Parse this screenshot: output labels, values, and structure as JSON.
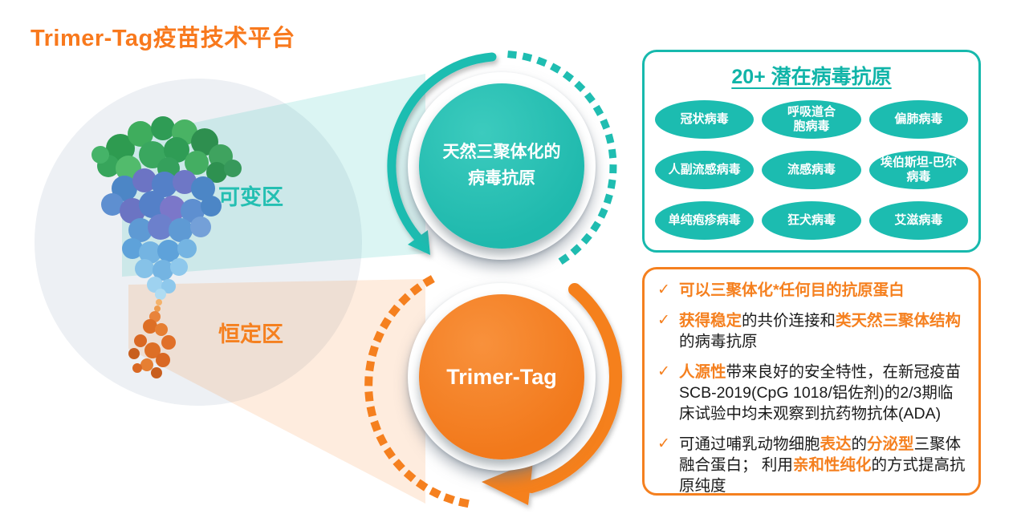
{
  "slide": {
    "title": "Trimer-Tag疫苗技术平台"
  },
  "diagram": {
    "variable_region_label": "可变区",
    "constant_region_label": "恒定区",
    "antigen_circle_label": "天然三聚体化的\n病毒抗原",
    "trimer_tag_circle_label": "Trimer-Tag"
  },
  "antigen_panel": {
    "title": "20+ 潜在病毒抗原",
    "pills": [
      {
        "label": "冠状病毒"
      },
      {
        "label": "呼吸道合\n胞病毒"
      },
      {
        "label": "偏肺病毒"
      },
      {
        "label": "人副流感病毒"
      },
      {
        "label": "流感病毒"
      },
      {
        "label": "埃伯斯坦-巴尔\n病毒"
      },
      {
        "label": "单纯疱疹病毒"
      },
      {
        "label": "狂犬病毒"
      },
      {
        "label": "艾滋病毒"
      }
    ]
  },
  "features_panel": {
    "check_icon": "✓",
    "bullets": [
      {
        "segments": [
          {
            "text": "可以三聚体化*任何目的抗原蛋白",
            "highlight": true
          }
        ]
      },
      {
        "segments": [
          {
            "text": "获得稳定",
            "highlight": true
          },
          {
            "text": "的共价连接和",
            "highlight": false
          },
          {
            "text": "类天然三聚体结构",
            "highlight": true
          },
          {
            "text": "的病毒抗原",
            "highlight": false
          }
        ]
      },
      {
        "segments": [
          {
            "text": "人源性",
            "highlight": true
          },
          {
            "text": "带来良好的安全特性，在新冠疫苗SCB-2019(CpG 1018/铝佐剂)的2/3期临床试验中均未观察到抗药物抗体(ADA)",
            "highlight": false
          }
        ]
      },
      {
        "segments": [
          {
            "text": "可通过哺乳动物细胞",
            "highlight": false
          },
          {
            "text": "表达",
            "highlight": true
          },
          {
            "text": "的",
            "highlight": false
          },
          {
            "text": "分泌型",
            "highlight": true
          },
          {
            "text": "三聚体融合蛋白； 利用",
            "highlight": false
          },
          {
            "text": "亲和性纯化",
            "highlight": true
          },
          {
            "text": "的方式提高抗原纯度",
            "highlight": false
          }
        ]
      }
    ]
  },
  "colors": {
    "teal": "#1CBCB0",
    "orange": "#F5801F"
  }
}
